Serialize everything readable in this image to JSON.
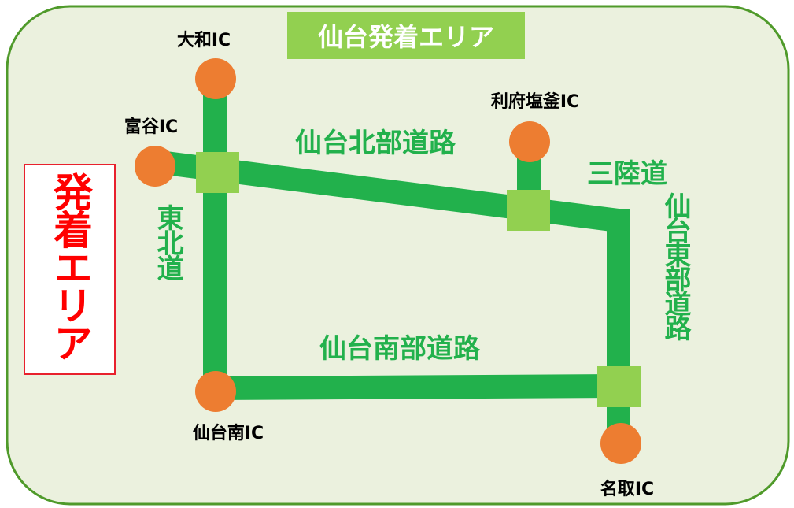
{
  "title": "仙台発着エリア",
  "side_label": "発着エリア",
  "colors": {
    "area_fill": "#ebf1de",
    "area_border": "#4f9a2a",
    "road": "#22b14c",
    "junction": "#92d050",
    "ic_node": "#ed7d31",
    "road_label": "#22b14c",
    "side_label": "#ff0000"
  },
  "interchanges": {
    "yamato": "大和IC",
    "tomiya": "富谷IC",
    "rifu": "利府塩釜IC",
    "sendai_minami": "仙台南IC",
    "natori": "名取IC"
  },
  "roads": {
    "north": "仙台北部道路",
    "south": "仙台南部道路",
    "sanriku": "三陸道",
    "tohoku": "東北道",
    "east": "仙台東部道路"
  }
}
